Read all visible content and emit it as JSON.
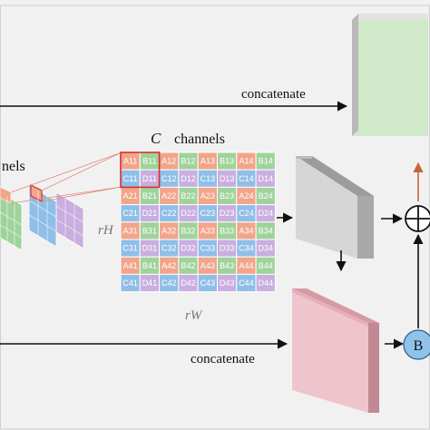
{
  "labels": {
    "concatenate_top": "concatenate",
    "concatenate_bottom": "concatenate",
    "c_channels_prefix": "C",
    "c_channels_word": "channels",
    "channels_left": "nels",
    "rH": "rH",
    "rW": "rW",
    "b_node": "B",
    "plus_node": "+"
  },
  "grid": {
    "cells": [
      [
        "A11",
        "B11",
        "A12",
        "B12",
        "A13",
        "B13",
        "A14",
        "B14"
      ],
      [
        "C11",
        "D11",
        "C12",
        "D12",
        "C13",
        "D13",
        "C14",
        "D14"
      ],
      [
        "A21",
        "B21",
        "A22",
        "B22",
        "A23",
        "B23",
        "A24",
        "B24"
      ],
      [
        "C21",
        "D21",
        "C22",
        "D22",
        "C23",
        "D23",
        "C24",
        "D24"
      ],
      [
        "A31",
        "B31",
        "A32",
        "B32",
        "A33",
        "B33",
        "A34",
        "B34"
      ],
      [
        "C31",
        "D31",
        "C32",
        "D32",
        "C33",
        "D33",
        "C34",
        "D34"
      ],
      [
        "A41",
        "B41",
        "A42",
        "B42",
        "A43",
        "B43",
        "A44",
        "B44"
      ],
      [
        "C41",
        "D41",
        "C42",
        "D42",
        "C43",
        "D43",
        "C44",
        "D44"
      ]
    ],
    "colors": {
      "A": "#f2a58a",
      "B": "#9fd39b",
      "C": "#8fbfe8",
      "D": "#c9aee0"
    },
    "highlight_color": "#d9302a"
  },
  "colors": {
    "gray_block": "#d0d0d0",
    "green_block": "#cfe9c9",
    "pink_block": "#f0c4cc",
    "b_node": "#8fc3ea",
    "accent_arrow": "#c8643a"
  }
}
